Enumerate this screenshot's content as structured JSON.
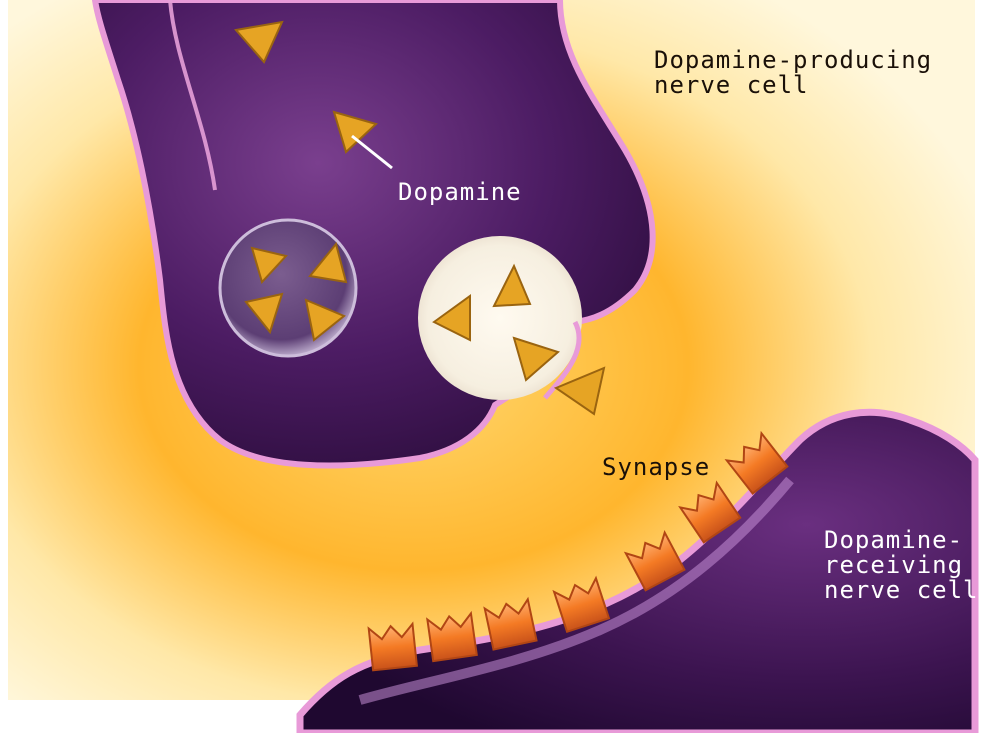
{
  "diagram": {
    "labels": {
      "producing_cell": [
        "Dopamine-producing",
        "nerve cell"
      ],
      "dopamine": "Dopamine",
      "synapse": "Synapse",
      "receiving_cell": [
        "Dopamine-",
        "receiving",
        "nerve cell"
      ]
    },
    "colors": {
      "background_glow": "#ffc23a",
      "background_pale": "#fff6d6",
      "neuron_purple": "#3e1652",
      "neuron_highlight": "#7a3f8e",
      "membrane_pink": "#e89ad8",
      "dopamine_gold": "#e6a424",
      "receptor_orange": "#f07a22"
    },
    "icons": [
      "dopamine-molecule-icon",
      "vesicle-icon",
      "receptor-icon",
      "arrow-icon"
    ]
  }
}
